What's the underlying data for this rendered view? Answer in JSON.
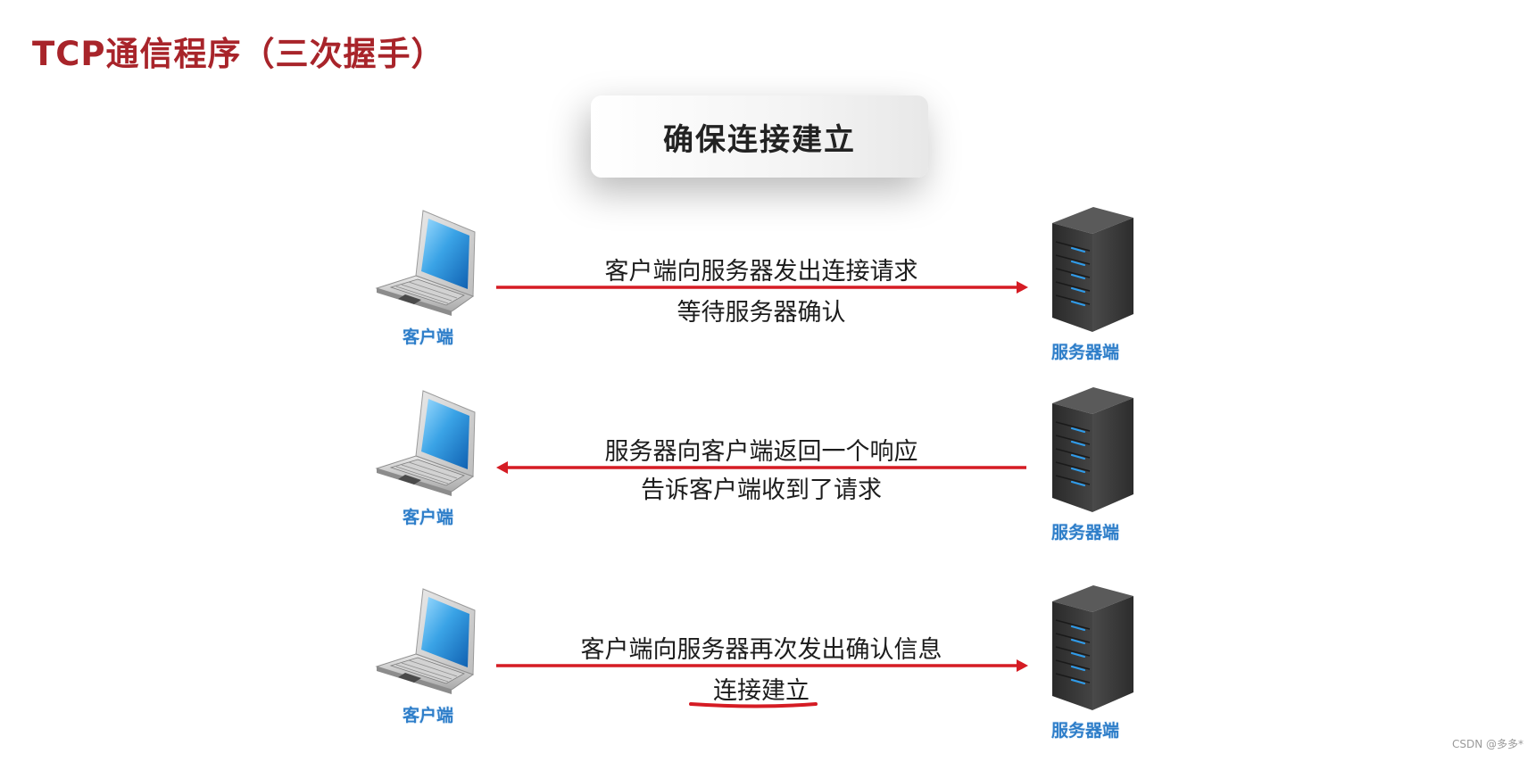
{
  "title": "TCP通信程序（三次握手）",
  "header_card": "确保连接建立",
  "labels": {
    "client": "客户端",
    "server": "服务器端"
  },
  "steps": [
    {
      "direction": "client-to-server",
      "line1": "客户端向服务器发出连接请求",
      "line2": "等待服务器确认"
    },
    {
      "direction": "server-to-client",
      "line1": "服务器向客户端返回一个响应",
      "line2": "告诉客户端收到了请求"
    },
    {
      "direction": "client-to-server",
      "line1": "客户端向服务器再次发出确认信息",
      "line2": "连接建立"
    }
  ],
  "colors": {
    "title": "#a8242a",
    "arrow": "#d51c24",
    "device_label": "#2e7ec9"
  },
  "watermark": "CSDN @多多*"
}
